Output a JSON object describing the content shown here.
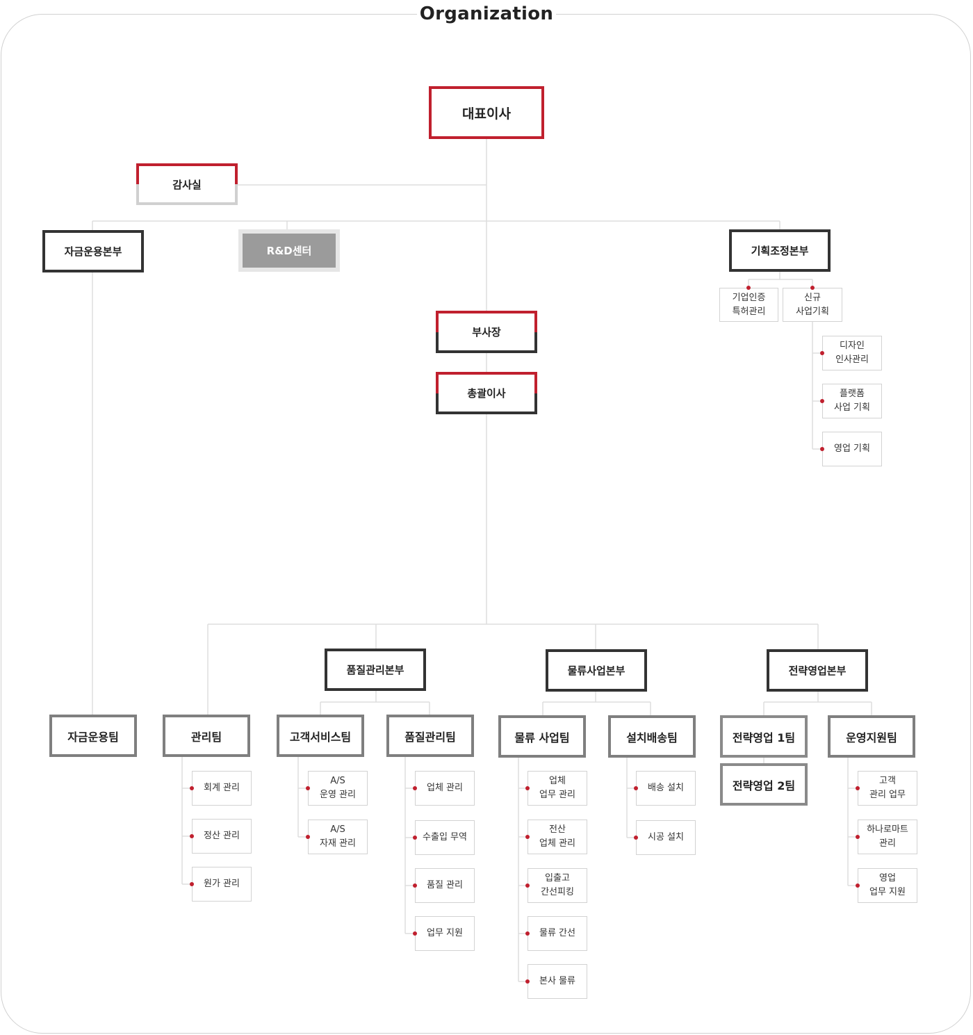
{
  "title": "Organization",
  "ceo": "대표이사",
  "audit": "감사실",
  "fund_hq": "자금운용본부",
  "rnd": "R&D센터",
  "planning_hq": "기획조정본부",
  "planning_subs": [
    "기업인증\n특허관리",
    "신규\n사업기획"
  ],
  "planning_leaves": [
    "디자인\n인사관리",
    "플랫폼\n사업 기획",
    "영업 기획"
  ],
  "vp": "부사장",
  "gm": "총괄이사",
  "hq": {
    "quality": "품질관리본부",
    "logistics": "물류사업본부",
    "sales": "전략영업본부"
  },
  "teams": {
    "fund_team": "자금운용팀",
    "admin": "관리팀",
    "cs": "고객서비스팀",
    "qc": "품질관리팀",
    "logistics_biz": "물류 사업팀",
    "install": "설치배송팀",
    "sales1": "전략영업 1팀",
    "sales2": "전략영업 2팀",
    "ops_support": "운영지원팀"
  },
  "leaves": {
    "admin": [
      "회계 관리",
      "정산 관리",
      "원가 관리"
    ],
    "cs": [
      "A/S\n운영 관리",
      "A/S\n자재 관리"
    ],
    "qc": [
      "업체 관리",
      "수출입 무역",
      "품질 관리",
      "업무 지원"
    ],
    "logistics_biz": [
      "업체\n업무 관리",
      "전산\n업체 관리",
      "입출고\n간선피킹",
      "물류 간선",
      "본사 물류"
    ],
    "install": [
      "배송 설치",
      "시공 설치"
    ],
    "ops_support": [
      "고객\n관리 업무",
      "하나로마트\n관리",
      "영업\n업무 지원"
    ]
  },
  "colors": {
    "accent": "#c0202e",
    "dark": "#333333",
    "gray": "#7f7f7f",
    "line": "#dddddd"
  }
}
